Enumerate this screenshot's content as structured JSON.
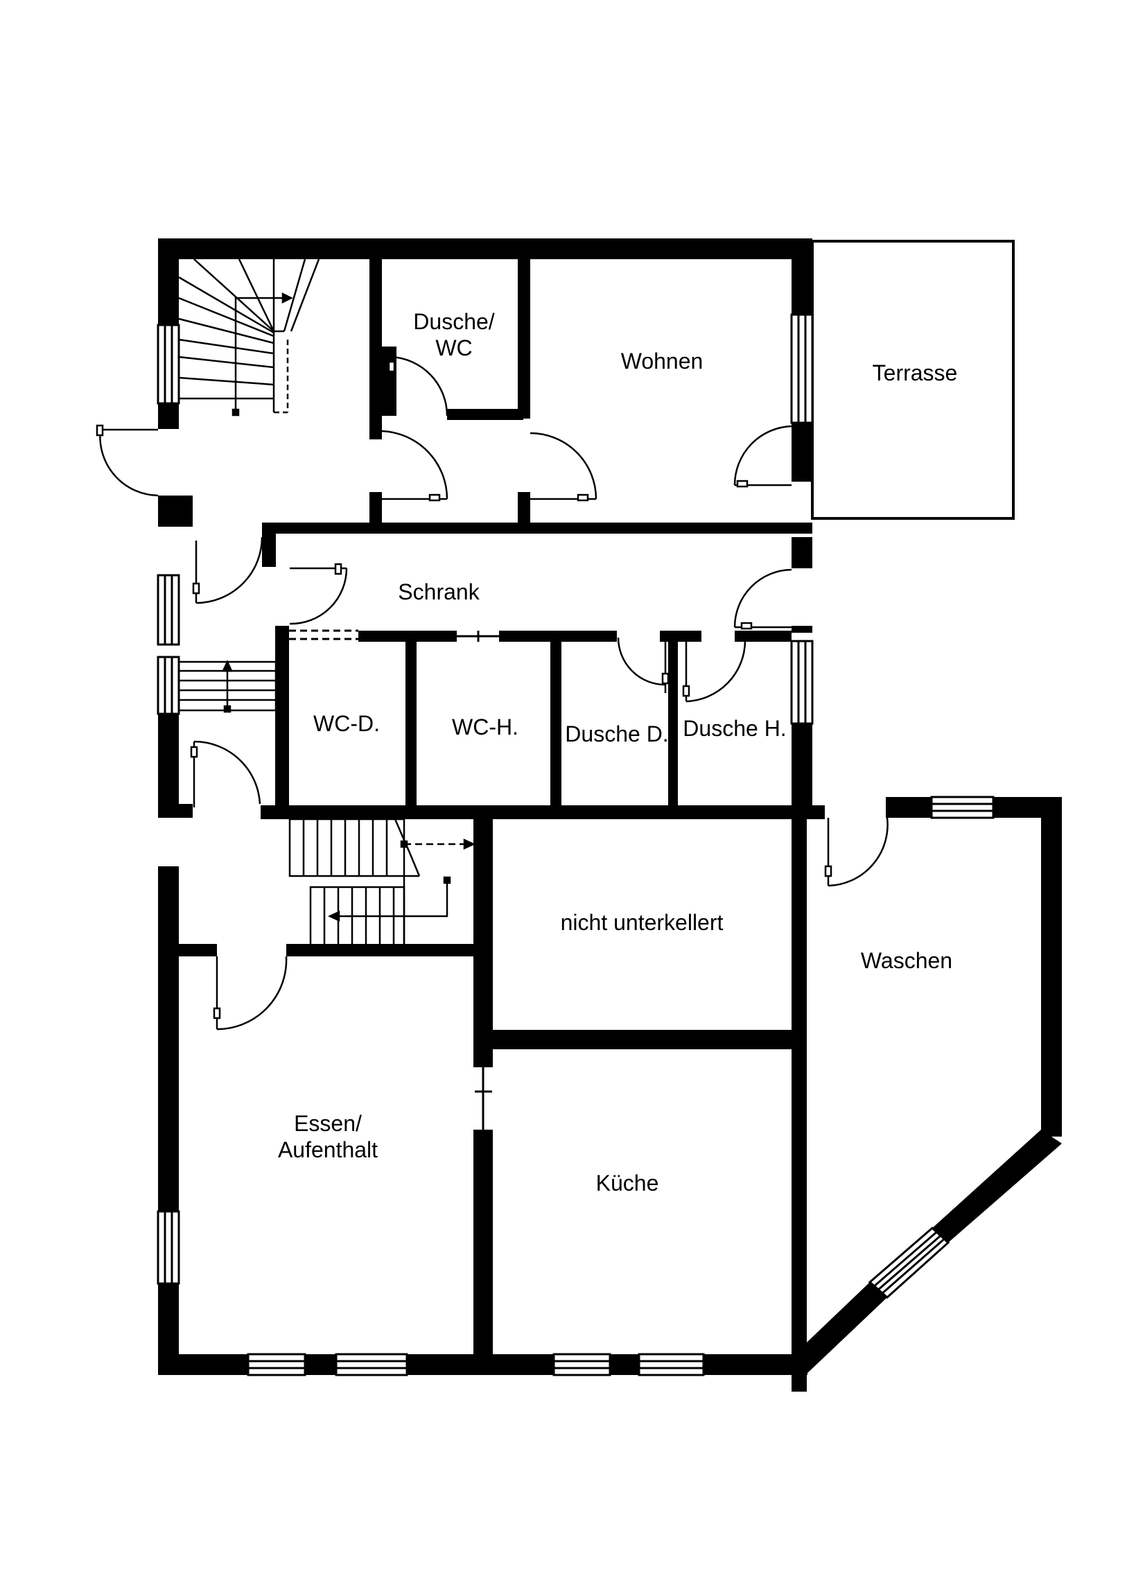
{
  "rooms": {
    "dusche_wc": [
      "Dusche/",
      "WC"
    ],
    "wohnen": "Wohnen",
    "terrasse": "Terrasse",
    "schrank": "Schrank",
    "wc_d": "WC-D.",
    "wc_h": "WC-H.",
    "dusche_d": "Dusche D.",
    "dusche_h": "Dusche H.",
    "nicht_unterkellert": "nicht unterkellert",
    "waschen": "Waschen",
    "essen": [
      "Essen/",
      "Aufenthalt"
    ],
    "kueche": "Küche"
  },
  "colors": {
    "wall": "#000000",
    "background": "#ffffff"
  }
}
